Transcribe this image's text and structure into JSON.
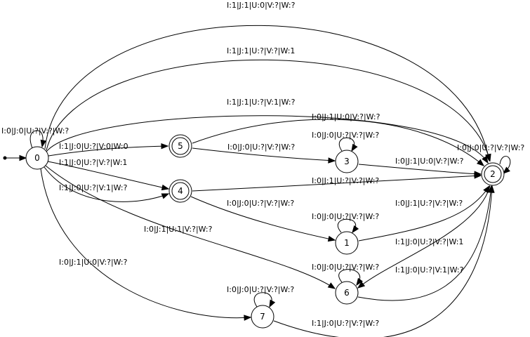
{
  "states": [
    {
      "id": "0",
      "label": "0",
      "accepting": false,
      "initial": true
    },
    {
      "id": "1",
      "label": "1",
      "accepting": false,
      "initial": false
    },
    {
      "id": "2",
      "label": "2",
      "accepting": true,
      "initial": false
    },
    {
      "id": "3",
      "label": "3",
      "accepting": false,
      "initial": false
    },
    {
      "id": "4",
      "label": "4",
      "accepting": true,
      "initial": false
    },
    {
      "id": "5",
      "label": "5",
      "accepting": true,
      "initial": false
    },
    {
      "id": "6",
      "label": "6",
      "accepting": false,
      "initial": false
    },
    {
      "id": "7",
      "label": "7",
      "accepting": false,
      "initial": false
    }
  ],
  "transitions": [
    {
      "from": "0",
      "to": "0",
      "label": "I:0|J:0|U:?|V:?|W:?"
    },
    {
      "from": "0",
      "to": "2",
      "label": "I:1|J:1|U:0|V:?|W:?"
    },
    {
      "from": "0",
      "to": "2",
      "label": "I:1|J:1|U:?|V:?|W:1"
    },
    {
      "from": "0",
      "to": "2",
      "label": "I:1|J:1|U:?|V:1|W:?"
    },
    {
      "from": "0",
      "to": "5",
      "label": "I:1|J:0|U:?|V:0|W:0"
    },
    {
      "from": "0",
      "to": "4",
      "label": "I:1|J:0|U:?|V:?|W:1"
    },
    {
      "from": "0",
      "to": "4",
      "label": "I:1|J:0|U:?|V:1|W:?"
    },
    {
      "from": "0",
      "to": "6",
      "label": "I:0|J:1|U:1|V:?|W:?"
    },
    {
      "from": "0",
      "to": "7",
      "label": "I:0|J:1|U:0|V:?|W:?"
    },
    {
      "from": "5",
      "to": "2",
      "label": "I:0|J:1|U:0|V:?|W:?"
    },
    {
      "from": "5",
      "to": "3",
      "label": "I:0|J:0|U:?|V:?|W:?"
    },
    {
      "from": "3",
      "to": "3",
      "label": "I:0|J:0|U:?|V:?|W:?"
    },
    {
      "from": "3",
      "to": "2",
      "label": "I:0|J:1|U:0|V:?|W:?"
    },
    {
      "from": "2",
      "to": "2",
      "label": "I:0|J:0|U:?|V:?|W:?"
    },
    {
      "from": "4",
      "to": "2",
      "label": "I:0|J:1|U:?|V:?|W:?"
    },
    {
      "from": "4",
      "to": "1",
      "label": "I:0|J:0|U:?|V:?|W:?"
    },
    {
      "from": "1",
      "to": "1",
      "label": "I:0|J:0|U:?|V:?|W:?"
    },
    {
      "from": "1",
      "to": "2",
      "label": "I:0|J:1|U:?|V:?|W:?"
    },
    {
      "from": "2",
      "to": "6",
      "label": "I:1|J:0|U:?|V:?|W:1"
    },
    {
      "from": "6",
      "to": "6",
      "label": "I:0|J:0|U:?|V:?|W:?"
    },
    {
      "from": "6",
      "to": "2",
      "label": "I:1|J:0|U:?|V:1|W:?"
    },
    {
      "from": "7",
      "to": "7",
      "label": "I:0|J:0|U:?|V:?|W:?"
    },
    {
      "from": "7",
      "to": "2",
      "label": "I:1|J:0|U:?|V:?|W:?"
    }
  ]
}
